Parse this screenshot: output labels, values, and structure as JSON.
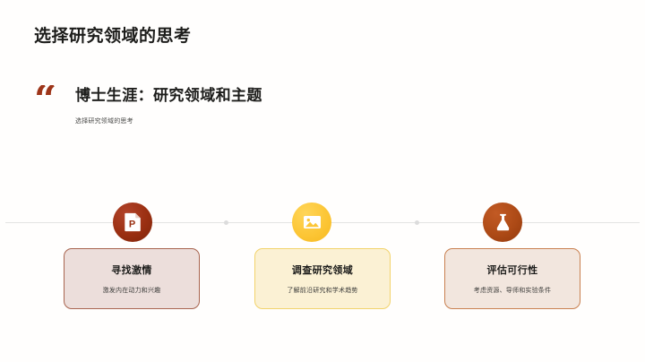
{
  "slide": {
    "title": "选择研究领域的思考",
    "quote": {
      "mark": "“",
      "heading": "博士生涯：研究领域和主题",
      "subtitle": "选择研究领域的思考"
    },
    "timeline": {
      "nodes": [
        {
          "icon": "powerpoint-document-icon",
          "color": "#9a2f11"
        },
        {
          "icon": "image-picture-icon",
          "color": "#fcc636"
        },
        {
          "icon": "lab-flask-icon",
          "color": "#ad4a16"
        }
      ],
      "connector_dots": 2,
      "line_color": "#e3e3e3"
    },
    "cards": [
      {
        "title": "寻找激情",
        "desc": "激发内在动力和兴趣",
        "fill": "#ecdedb",
        "border": "#a8644f"
      },
      {
        "title": "调查研究领域",
        "desc": "了解前沿研究和学术趋势",
        "fill": "#fbf1d4",
        "border": "#f2d36b"
      },
      {
        "title": "评估可行性",
        "desc": "考虑资源、导师和实验条件",
        "fill": "#f2e6de",
        "border": "#c98050"
      }
    ]
  }
}
